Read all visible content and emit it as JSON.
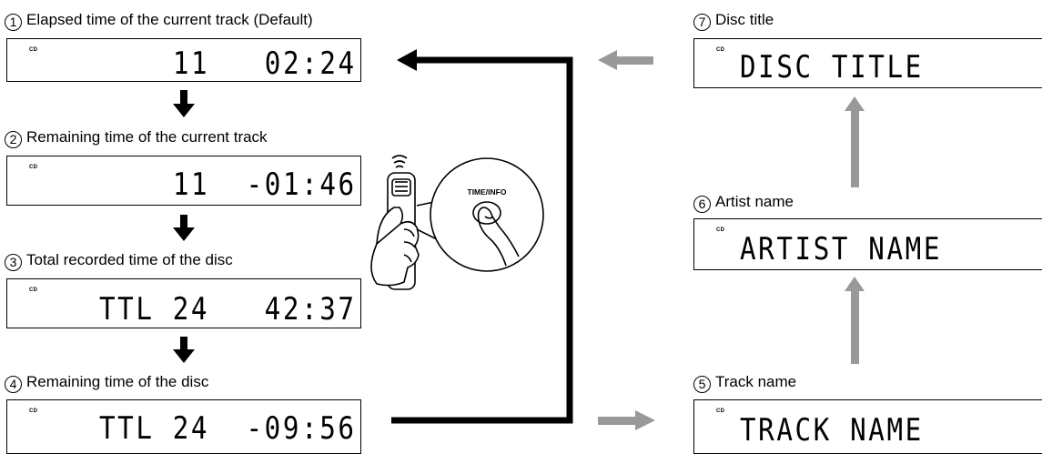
{
  "steps": [
    {
      "num": "1",
      "label": "Elapsed time of the current track (Default)",
      "display": "11   02:24"
    },
    {
      "num": "2",
      "label": "Remaining time of the current track",
      "display": "11  -01:46"
    },
    {
      "num": "3",
      "label": "Total recorded time of the disc",
      "display": "TTL 24   42:37"
    },
    {
      "num": "4",
      "label": "Remaining time of the disc",
      "display": "TTL 24  -09:56"
    },
    {
      "num": "5",
      "label": "Track name",
      "display": "TRACK NAME"
    },
    {
      "num": "6",
      "label": "Artist name",
      "display": "ARTIST NAME"
    },
    {
      "num": "7",
      "label": "Disc title",
      "display": "DISC TITLE"
    }
  ],
  "source_indicator": "CD",
  "remote_button_label": "TIME/INFO",
  "colors": {
    "primary_arrow": "#000000",
    "secondary_arrow": "#999999"
  }
}
